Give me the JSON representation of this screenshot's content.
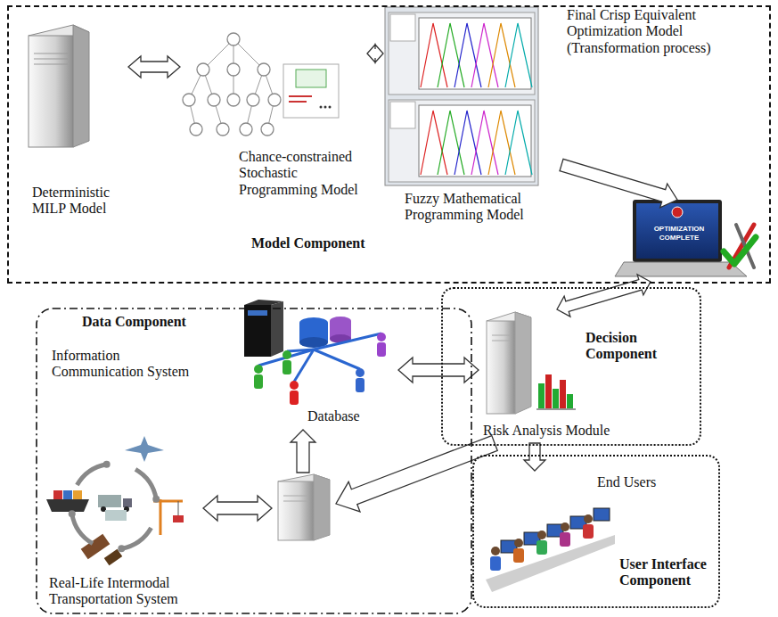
{
  "diagram": {
    "nodes": [
      {
        "text": [
          "Model Component"
        ]
      },
      {
        "text": [
          "Deterministic MILP Model"
        ],
        "in": 0
      },
      {
        "text": [
          "Chance-constrained Stochastic Programming Model"
        ],
        "in": 0
      },
      {
        "text": [
          "Fuzzy Mathematical Programming Model"
        ],
        "in": 0
      },
      {
        "text": [
          "OPTIMIZATION COMPLETE"
        ],
        "in": 0
      },
      {
        "text": [
          "Data Component"
        ]
      },
      {
        "text": [
          "Database"
        ],
        "in": 5
      },
      {
        "text": [
          "Real-Life Intermodal Transportation System"
        ],
        "in": 5
      },
      {
        "text": [],
        "in": 5
      },
      {
        "text": [
          "Decision Component"
        ]
      },
      {
        "text": [
          "Risk Analysis Module"
        ],
        "in": 9
      },
      {
        "text": [
          "User Interface Component"
        ]
      },
      {
        "text": [
          "End Users"
        ],
        "in": 11
      }
    ],
    "edges": [
      {
        "from": 1,
        "to": 2,
        "arrow": "both"
      },
      {
        "from": 2,
        "to": 3,
        "arrow": "both"
      },
      {
        "from": 3,
        "to": 4,
        "arrow": "to",
        "label": "Final Crisp Equivalent Optimization Model (Transformation process)"
      },
      {
        "from": 4,
        "to": 10,
        "arrow": "both"
      },
      {
        "from": 6,
        "to": 10,
        "arrow": "both"
      },
      {
        "from": 10,
        "to": 8,
        "arrow": "to"
      },
      {
        "from": 10,
        "to": 12,
        "arrow": "to"
      },
      {
        "from": 7,
        "to": 8,
        "arrow": "both"
      },
      {
        "from": 8,
        "to": 6,
        "arrow": "to"
      }
    ],
    "labels": [
      "Information Communication System"
    ]
  }
}
